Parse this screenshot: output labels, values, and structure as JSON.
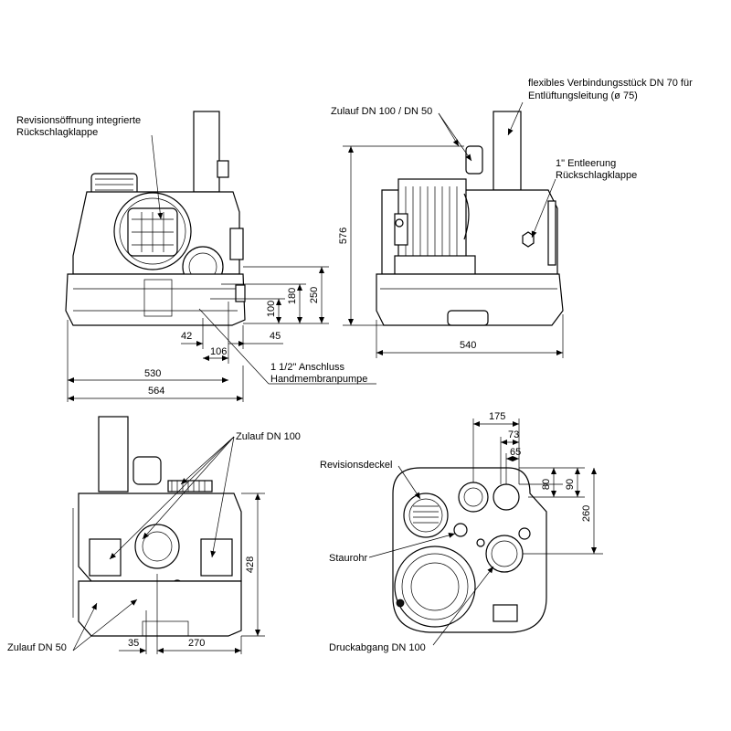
{
  "top_left": {
    "label_revision": [
      "Revisionsöffnung integrierte",
      "Rückschlagklappe"
    ],
    "label_pump": [
      "1 1/2\" Anschluss",
      "Handmembranpumpe"
    ],
    "dims": {
      "d250": "250",
      "d180": "180",
      "d100": "100",
      "d42": "42",
      "d45": "45",
      "d106": "106",
      "d530": "530",
      "d564": "564"
    }
  },
  "top_right": {
    "label_zulauf": "Zulauf DN 100 / DN 50",
    "label_flex": [
      "flexibles Verbindungsstück DN 70 für",
      "Entlüftungsleitung (ø 75)"
    ],
    "label_entleerung": [
      "1\" Entleerung",
      "Rückschlagklappe"
    ],
    "dims": {
      "d576": "576",
      "d540": "540"
    }
  },
  "bottom_left": {
    "label_zulauf100": "Zulauf DN 100",
    "label_zulauf50": "Zulauf DN 50",
    "dims": {
      "d428": "428",
      "d35": "35",
      "d270": "270"
    }
  },
  "bottom_right": {
    "label_revisionsdeckel": "Revisionsdeckel",
    "label_staurohr": "Staurohr",
    "label_druckabgang": "Druckabgang DN 100",
    "dims": {
      "d175": "175",
      "d73": "73",
      "d65": "65",
      "d80": "80",
      "d90": "90",
      "d260": "260"
    }
  }
}
